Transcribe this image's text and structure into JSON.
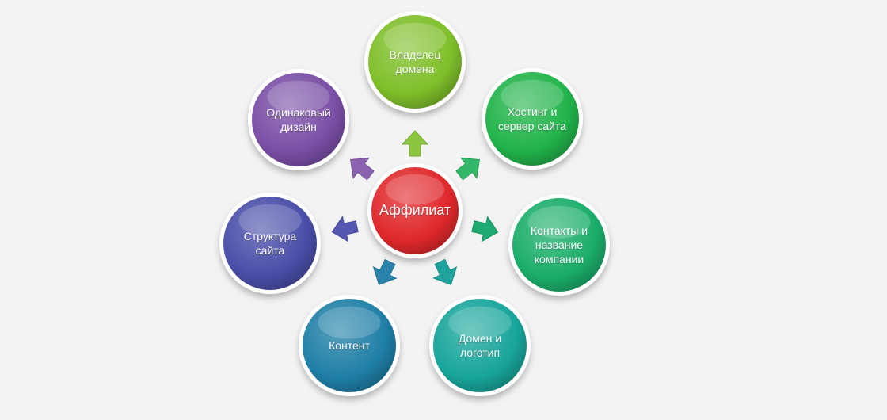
{
  "diagram": {
    "center": {
      "label": "Аффилиат",
      "color": "#e0282b"
    },
    "nodes": [
      {
        "id": "domain-owner",
        "label": "Владелец\nдомена",
        "color": "#7fbf2a",
        "arrow_color": "#8cc63f"
      },
      {
        "id": "hosting",
        "label": "Хостинг и\nсервер сайта",
        "color": "#22b34a",
        "arrow_color": "#33b86a"
      },
      {
        "id": "contacts",
        "label": "Контакты и\nназвание\nкомпании",
        "color": "#1bad6a",
        "arrow_color": "#1eaa72"
      },
      {
        "id": "domain-logo",
        "label": "Домен и\nлоготип",
        "color": "#18a59b",
        "arrow_color": "#1fa39d"
      },
      {
        "id": "content",
        "label": "Контент",
        "color": "#1f7fa6",
        "arrow_color": "#2a82ab"
      },
      {
        "id": "structure",
        "label": "Структура\nсайта",
        "color": "#4a4ea8",
        "arrow_color": "#5557b0"
      },
      {
        "id": "same-design",
        "label": "Одинаковый\nдизайн",
        "color": "#7a4fa6",
        "arrow_color": "#8a62b0"
      }
    ]
  }
}
